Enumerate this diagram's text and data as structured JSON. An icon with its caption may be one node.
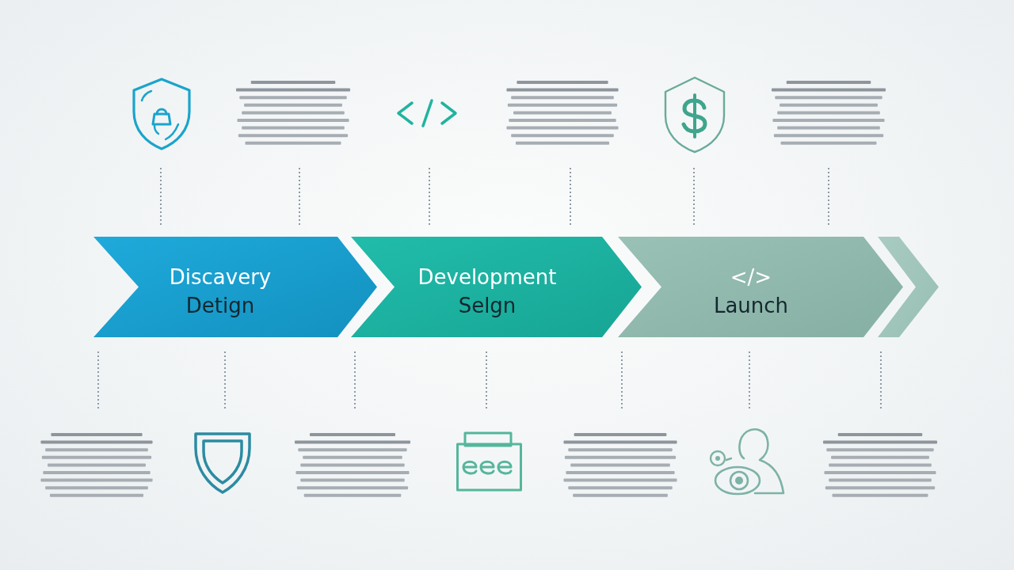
{
  "diagram": {
    "nodes": [
      {
        "text": [
          "Discavery",
          "Detign"
        ]
      },
      {
        "text": [
          "Development",
          "Selgn"
        ]
      },
      {
        "text": [
          "</>",
          "Launch"
        ]
      },
      {
        "text": [],
        "shape": "chevron"
      }
    ]
  }
}
